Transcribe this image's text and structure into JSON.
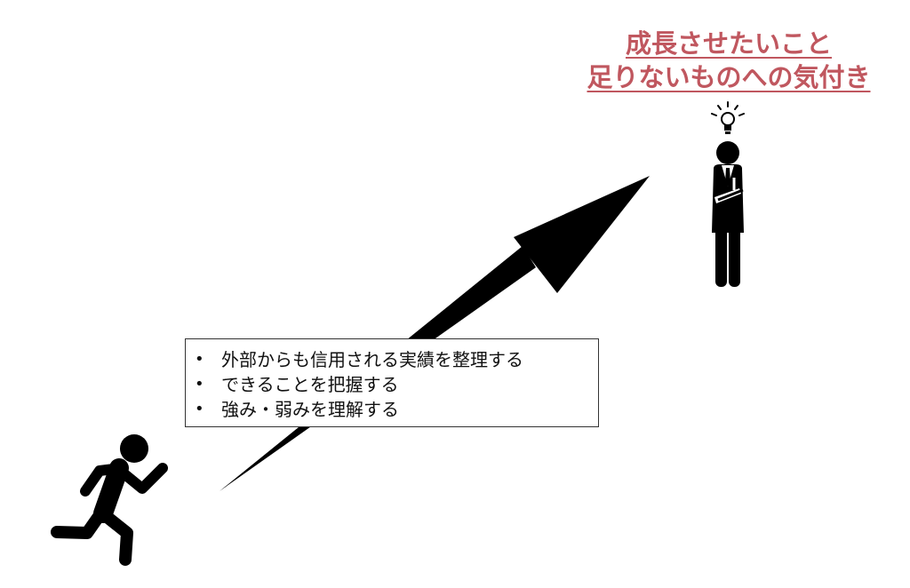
{
  "heading": {
    "lines": [
      "成長させたいこと",
      "足りないものへの気付き"
    ],
    "color": "#c0575f"
  },
  "bullets": {
    "items": [
      "外部からも信用される実績を整理する",
      "できることを把握する",
      "強み・弱みを理解する"
    ],
    "bullet_glyph": "•"
  },
  "icons": {
    "runner": "running-person-icon",
    "arrow": "growth-arrow-icon",
    "thinker": "thinking-businessman-icon",
    "bulb": "lightbulb-icon"
  },
  "colors": {
    "ink": "#000000",
    "heading": "#c0575f",
    "box_border": "#333333"
  }
}
